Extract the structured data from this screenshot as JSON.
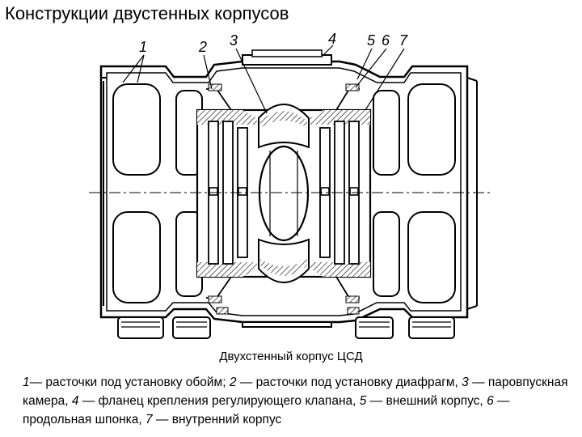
{
  "title": "Конструкции двустенных корпусов",
  "caption": "Двухстенный корпус ЦСД",
  "callouts": [
    "1",
    "2",
    "3",
    "4",
    "5",
    "6",
    "7"
  ],
  "legend": [
    {
      "num": "1",
      "text": "— расточки под установку обойм; "
    },
    {
      "num": "2",
      "text": " — расточки под установку диафрагм, "
    },
    {
      "num": "3",
      "text": " — паровпускная камера, "
    },
    {
      "num": "4",
      "text": " — фланец крепления регулирующего клапана, "
    },
    {
      "num": "5",
      "text": " — внешний корпус, "
    },
    {
      "num": "6",
      "text": " — продольная шпонка, "
    },
    {
      "num": "7",
      "text": " — внутренний корпус"
    }
  ]
}
